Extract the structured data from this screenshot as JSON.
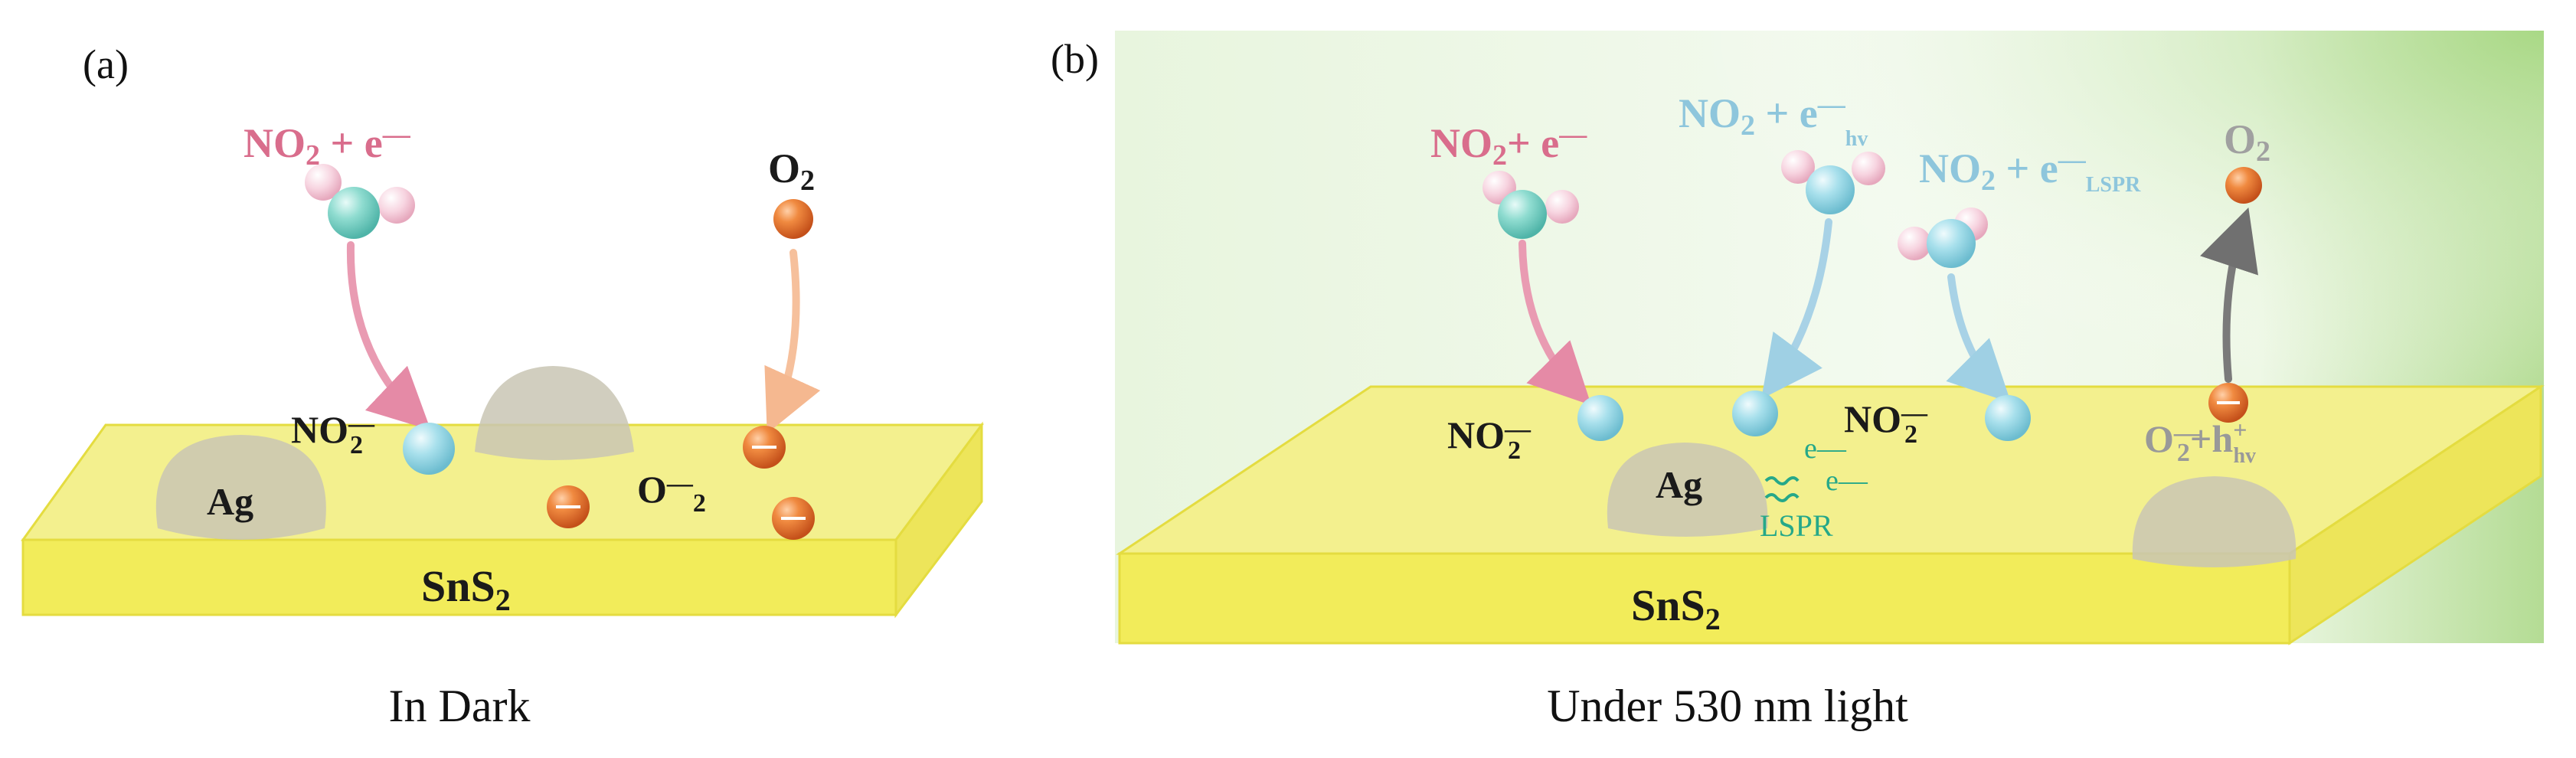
{
  "panel_a": {
    "label": "(a)",
    "caption": "In Dark",
    "substrate": "SnS",
    "substrate_sub": "2",
    "ag": "Ag",
    "no2_reaction": {
      "base": "NO",
      "sub": "2",
      "rest": " + e",
      "sup": "—"
    },
    "o2": {
      "base": "O",
      "sub": "2"
    },
    "no2_ion": {
      "base": "NO",
      "sup": "—",
      "sub": "2"
    },
    "o2_ion": {
      "base": "O",
      "sup": "—",
      "sub": "2"
    }
  },
  "panel_b": {
    "label": "(b)",
    "caption": "Under 530 nm light",
    "substrate": "SnS",
    "substrate_sub": "2",
    "ag": "Ag",
    "no2_reaction": {
      "base": "NO",
      "sub": "2",
      "rest": "+ e",
      "sup": "—"
    },
    "no2_hv": {
      "base": "NO",
      "sub": "2",
      "rest": " + e",
      "sup": "—",
      "tail": "hv"
    },
    "no2_lspr": {
      "base": "NO",
      "sub": "2",
      "rest": " + e",
      "sup": "—",
      "tail": "LSPR"
    },
    "o2": {
      "base": "O",
      "sub": "2"
    },
    "no2_ion_1": {
      "base": "NO",
      "sup": "—",
      "sub": "2"
    },
    "no2_ion_2": {
      "base": "NO",
      "sup": "—",
      "sub": "2"
    },
    "o2_hole": {
      "base": "O",
      "sup": "—",
      "sub": "2",
      "mid": "+h",
      "sup2": "+",
      "sub2": "hv"
    },
    "electron_1": "e—",
    "electron_2": "e—",
    "lspr": "LSPR"
  },
  "colors": {
    "substrate_top": "#f2f08a",
    "substrate_front": "#f2ee62",
    "ag": "#c8c6b4",
    "pink": "#d96d8c",
    "blue": "#8ec6dc",
    "orange": "#e8702c",
    "teal": "#7fd2c8",
    "green_text": "#26a889"
  }
}
